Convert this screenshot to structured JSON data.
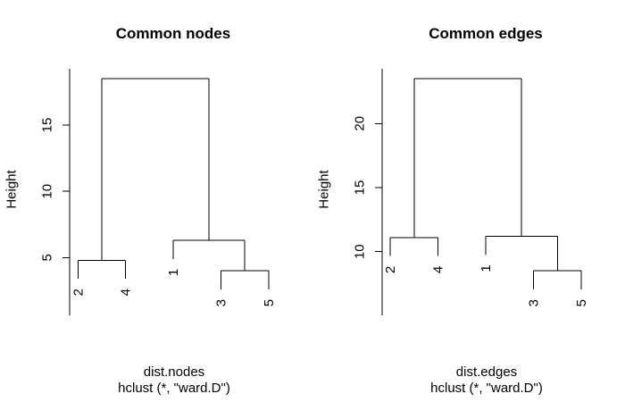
{
  "colors": {
    "foreground": "#000000",
    "background": "#ffffff"
  },
  "chart_data": [
    {
      "type": "dendrogram",
      "title": "Common nodes",
      "ylabel": "Height",
      "xlabel": "dist.nodes",
      "sublabel": "hclust (*, \"ward.D\")",
      "yticks": [
        5,
        10,
        15
      ],
      "leaf_order": [
        "2",
        "4",
        "1",
        "3",
        "5"
      ],
      "hang": 1.4,
      "tree": {
        "height": 18.5,
        "children": [
          {
            "height": 4.8,
            "children": [
              {
                "leaf": "2"
              },
              {
                "leaf": "4"
              }
            ]
          },
          {
            "height": 6.3,
            "children": [
              {
                "leaf": "1"
              },
              {
                "height": 4.0,
                "children": [
                  {
                    "leaf": "3"
                  },
                  {
                    "leaf": "5"
                  }
                ]
              }
            ]
          }
        ]
      }
    },
    {
      "type": "dendrogram",
      "title": "Common edges",
      "ylabel": "Height",
      "xlabel": "dist.edges",
      "sublabel": "hclust (*, \"ward.D\")",
      "yticks": [
        10,
        15,
        20
      ],
      "leaf_order": [
        "2",
        "4",
        "1",
        "3",
        "5"
      ],
      "hang": 1.45,
      "tree": {
        "height": 23.5,
        "children": [
          {
            "height": 11.1,
            "children": [
              {
                "leaf": "2"
              },
              {
                "leaf": "4"
              }
            ]
          },
          {
            "height": 11.2,
            "children": [
              {
                "leaf": "1"
              },
              {
                "height": 8.5,
                "children": [
                  {
                    "leaf": "3"
                  },
                  {
                    "leaf": "5"
                  }
                ]
              }
            ]
          }
        ]
      }
    }
  ]
}
